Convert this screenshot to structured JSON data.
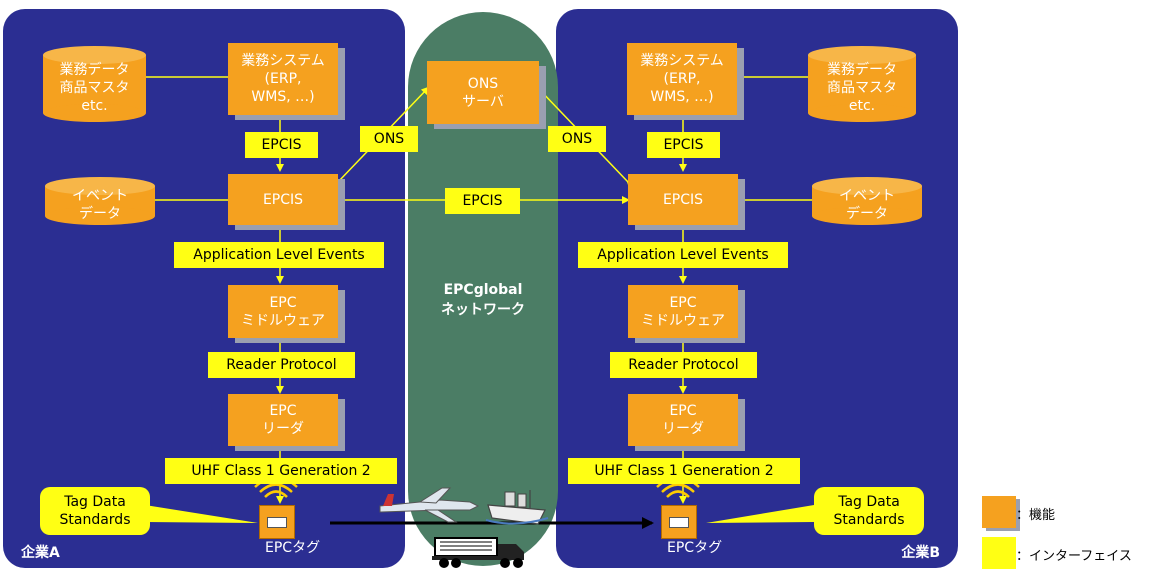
{
  "network": {
    "label_line1": "EPCglobal",
    "label_line2": "ネットワーク"
  },
  "ons_server": {
    "line1": "ONS",
    "line2": "サーバ"
  },
  "ons_link": "ONS",
  "epcis_link": "EPCIS",
  "company_a": {
    "label": "企業A",
    "business_system": {
      "line1": "業務システム",
      "line2": "(ERP,",
      "line3": "WMS, …)"
    },
    "business_data": {
      "line1": "業務データ",
      "line2": "商品マスタ",
      "line3": "etc."
    },
    "epcis_interface": "EPCIS",
    "epcis": "EPCIS",
    "event_data": {
      "line1": "イベント",
      "line2": "データ"
    },
    "ale": "Application Level Events",
    "middleware": {
      "line1": "EPC",
      "line2": "ミドルウェア"
    },
    "reader_protocol": "Reader Protocol",
    "reader": {
      "line1": "EPC",
      "line2": "リーダ"
    },
    "air_protocol": "UHF Class 1 Generation 2",
    "tag_standards": {
      "line1": "Tag Data",
      "line2": "Standards"
    },
    "tag_label": "EPCタグ"
  },
  "company_b": {
    "label": "企業B",
    "business_system": {
      "line1": "業務システム",
      "line2": "(ERP,",
      "line3": "WMS, …)"
    },
    "business_data": {
      "line1": "業務データ",
      "line2": "商品マスタ",
      "line3": "etc."
    },
    "epcis_interface": "EPCIS",
    "epcis": "EPCIS",
    "event_data": {
      "line1": "イベント",
      "line2": "データ"
    },
    "ale": "Application Level Events",
    "middleware": {
      "line1": "EPC",
      "line2": "ミドルウェア"
    },
    "reader_protocol": "Reader Protocol",
    "reader": {
      "line1": "EPC",
      "line2": "リーダ"
    },
    "air_protocol": "UHF Class 1 Generation 2",
    "tag_standards": {
      "line1": "Tag Data",
      "line2": "Standards"
    },
    "tag_label": "EPCタグ"
  },
  "legend": {
    "function": "：機能",
    "interface": "：インターフェイス"
  },
  "colors": {
    "panel": "#2b2e92",
    "network": "#4b7d65",
    "function": "#f5a11f",
    "interface": "#ffff14"
  },
  "icons": [
    "airplane-icon",
    "ship-icon",
    "truck-icon",
    "radio-wave-icon"
  ]
}
